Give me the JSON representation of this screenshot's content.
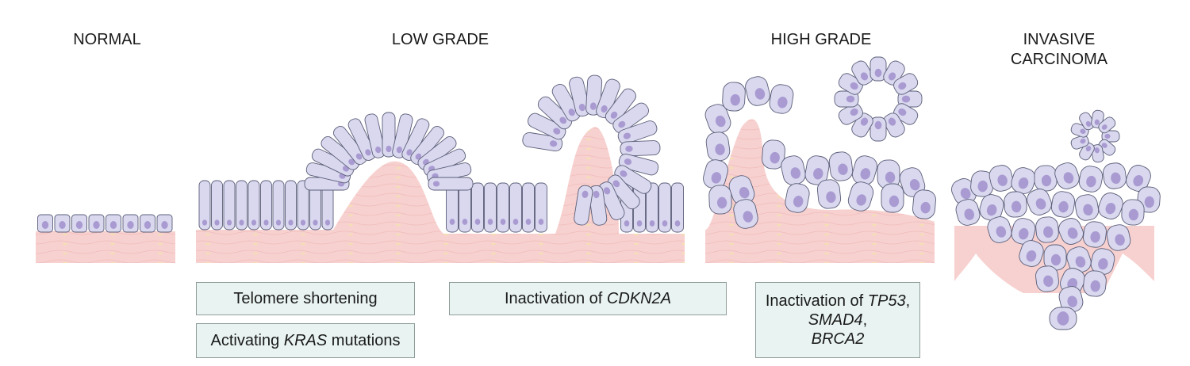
{
  "stages": {
    "normal": "NORMAL",
    "low_grade": "LOW GRADE",
    "high_grade": "HIGH GRADE",
    "invasive_line1": "INVASIVE",
    "invasive_line2": "CARCINOMA"
  },
  "events": {
    "telomere": "Telomere shortening",
    "kras_pre": "Activating ",
    "kras_gene": "KRAS",
    "kras_post": " mutations",
    "cdkn2a_pre": "Inactivation of ",
    "cdkn2a_gene": "CDKN2A",
    "tp53_pre": "Inactivation of ",
    "tp53_gene": "TP53",
    "tp53_sep": ",",
    "smad4_gene": "SMAD4",
    "smad4_sep": ",",
    "brca2_gene": "BRCA2"
  },
  "colors": {
    "stroma": "#f7d1cf",
    "cell": "#d9d8ef",
    "nucleus": "#a99bd1",
    "box_fill": "#e9f4f2"
  }
}
